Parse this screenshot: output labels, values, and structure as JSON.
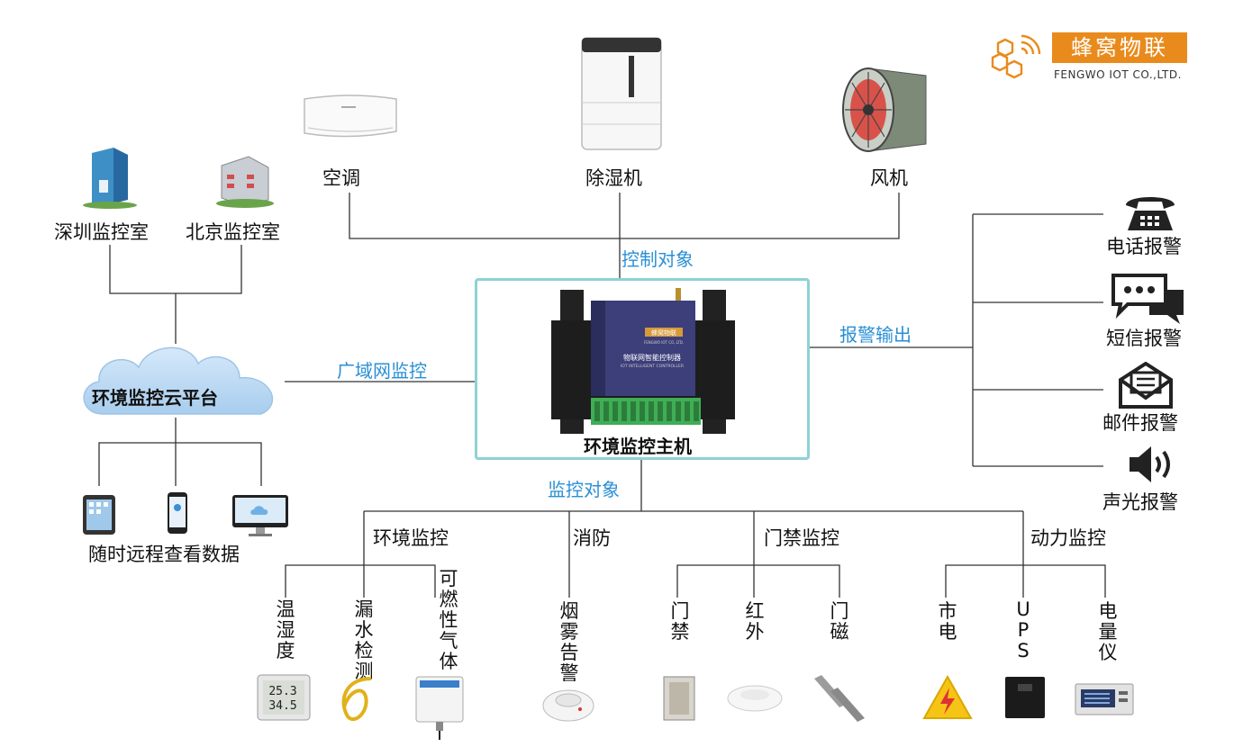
{
  "logo": {
    "name": "蜂窝物联",
    "sub": "FENGWO IOT  CO.,LTD."
  },
  "control": {
    "title": "控制对象",
    "items": [
      "空调",
      "除湿机",
      "风机"
    ]
  },
  "wan": {
    "title": "广域网监控",
    "rooms": [
      "深圳监控室",
      "北京监控室"
    ],
    "cloud": "环境监控云平台",
    "remote": "随时远程查看数据"
  },
  "host": {
    "name": "环境监控主机",
    "device_brand": "蜂窝物联",
    "device_brand_en": "FENGWO IOT CO.,LTD.",
    "device_title": "物联网智能控制器",
    "device_title_en": "IOT INTELLIGENT CONTROLLER"
  },
  "alarm": {
    "title": "报警输出",
    "items": [
      "电话报警",
      "短信报警",
      "邮件报警",
      "声光报警"
    ]
  },
  "monitor": {
    "title": "监控对象",
    "groups": [
      {
        "name": "环境监控",
        "items": [
          "温湿度",
          "漏水检测",
          "可燃性气体"
        ]
      },
      {
        "name": "消防",
        "items": [
          "烟雾告警"
        ]
      },
      {
        "name": "门禁监控",
        "items": [
          "门禁",
          "红外",
          "门磁"
        ]
      },
      {
        "name": "动力监控",
        "items": [
          "市电",
          "UPS",
          "电量仪"
        ]
      }
    ],
    "sensor_reading": {
      "temp": "25.3",
      "hum": "34.5"
    }
  },
  "colors": {
    "accent_blue": "#2a8fd4",
    "frame": "#8fd1d6",
    "logo_orange": "#e98b1c",
    "line": "#333333"
  }
}
